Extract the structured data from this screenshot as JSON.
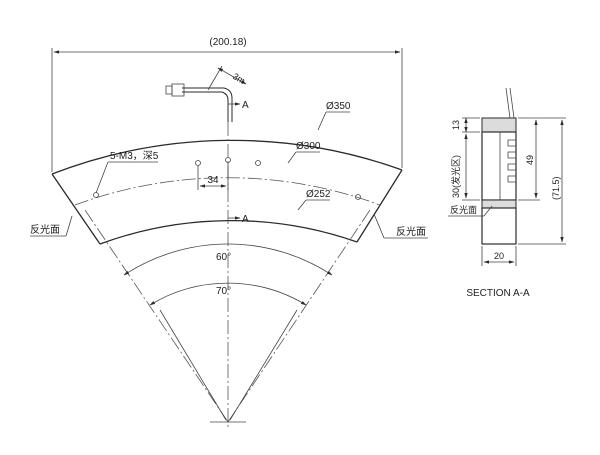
{
  "drawing": {
    "dims": {
      "overall_width": "(200.18)",
      "cable_length": "3m",
      "section_mark": "A",
      "section_mark_lower": "A",
      "outer_dia": "Ø350",
      "mid_dia": "Ø300",
      "inner_dia": "Ø252",
      "holes": "5-M3，深5",
      "hole_spacing": "34",
      "angle_inner": "60°",
      "angle_outer": "70°",
      "reflect_left": "反光面",
      "reflect_right": "反光面"
    },
    "section": {
      "dim_13": "13",
      "dim_30": "30(发光区)",
      "dim_49": "49",
      "dim_71_5": "(71.5)",
      "dim_20": "20",
      "reflect": "反光面",
      "title": "SECTION A-A"
    },
    "colors": {
      "line": "#2b2b2b",
      "section_fill": "#dcdcdc"
    }
  }
}
